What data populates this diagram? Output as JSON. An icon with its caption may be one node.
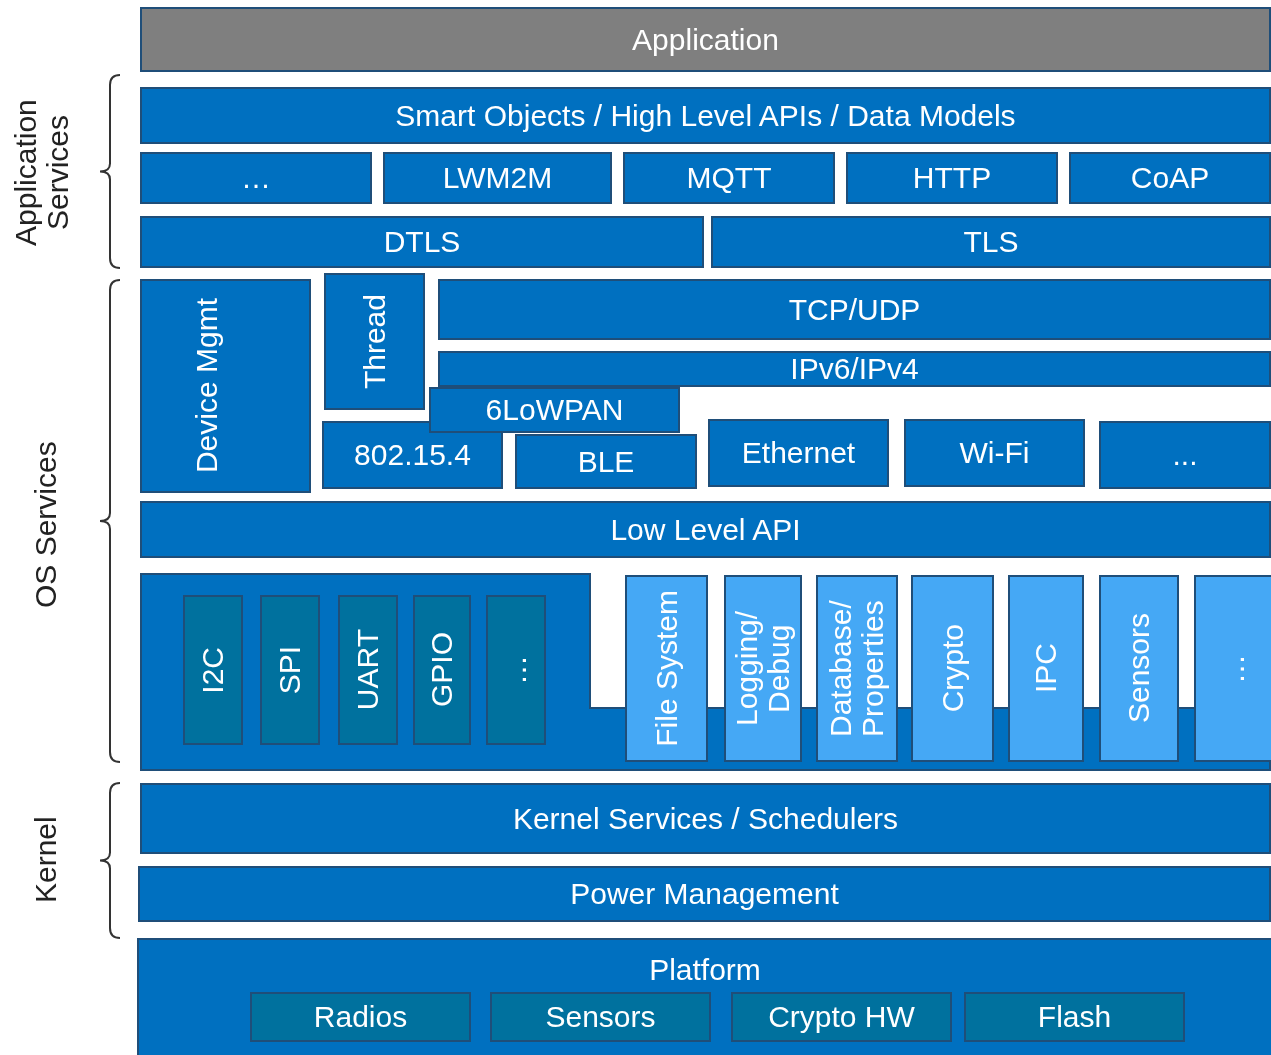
{
  "diagram": {
    "nodes": [
      {
        "text": [
          "Application"
        ]
      },
      {
        "text": [
          "Smart Objects / High Level APIs / Data Models"
        ]
      },
      {
        "text": [
          "…"
        ]
      },
      {
        "text": [
          "LWM2M"
        ]
      },
      {
        "text": [
          "MQTT"
        ]
      },
      {
        "text": [
          "HTTP"
        ]
      },
      {
        "text": [
          "CoAP"
        ]
      },
      {
        "text": [
          "DTLS"
        ]
      },
      {
        "text": [
          "TLS"
        ]
      },
      {
        "text": [
          "Device Mgmt"
        ]
      },
      {
        "text": [
          "Thread"
        ]
      },
      {
        "text": [
          "TCP/UDP"
        ]
      },
      {
        "text": [
          "IPv6/IPv4"
        ]
      },
      {
        "text": [
          "6LoWPAN"
        ]
      },
      {
        "text": [
          "802.15.4"
        ]
      },
      {
        "text": [
          "BLE"
        ]
      },
      {
        "text": [
          "Ethernet"
        ]
      },
      {
        "text": [
          "Wi-Fi"
        ]
      },
      {
        "text": [
          "..."
        ]
      },
      {
        "text": [
          "Low Level API"
        ]
      },
      {
        "text": [],
        "shape": "box"
      },
      {
        "text": [
          "I2C"
        ],
        "in": 20
      },
      {
        "text": [
          "SPI"
        ],
        "in": 20
      },
      {
        "text": [
          "UART"
        ],
        "in": 20
      },
      {
        "text": [
          "GPIO"
        ],
        "in": 20
      },
      {
        "text": [
          "…"
        ],
        "in": 20
      },
      {
        "text": [
          "File System"
        ]
      },
      {
        "text": [
          "Logging/ Debug"
        ]
      },
      {
        "text": [
          "Database/ Properties"
        ]
      },
      {
        "text": [
          "Crypto"
        ]
      },
      {
        "text": [
          "IPC"
        ]
      },
      {
        "text": [
          "Sensors"
        ]
      },
      {
        "text": [
          "…"
        ]
      },
      {
        "text": [
          "Kernel Services / Schedulers"
        ]
      },
      {
        "text": [
          "Power Management"
        ]
      },
      {
        "text": [
          "Platform"
        ]
      },
      {
        "text": [
          "Radios"
        ],
        "in": 35
      },
      {
        "text": [
          "Sensors"
        ],
        "in": 35
      },
      {
        "text": [
          "Crypto HW"
        ],
        "in": 35
      },
      {
        "text": [
          "Flash"
        ],
        "in": 35
      }
    ],
    "labels": [
      "Application Services",
      "OS Services",
      "Kernel"
    ]
  }
}
